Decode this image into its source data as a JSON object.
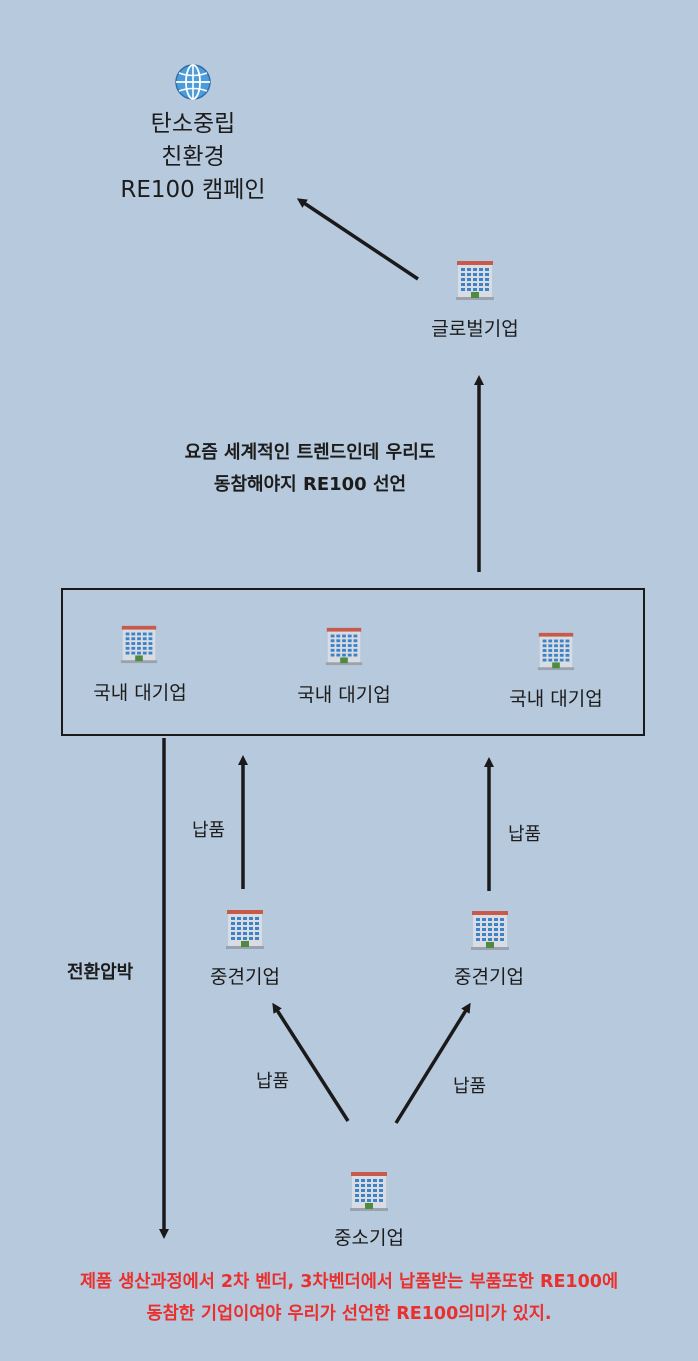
{
  "top": {
    "icon": "globe-icon",
    "lines": [
      "탄소중립",
      "친환경",
      "RE100 캠페인"
    ]
  },
  "global": {
    "icon": "office-building-icon",
    "label": "글로벌기업"
  },
  "note": {
    "lines": [
      "요즘 세계적인 트렌드인데 우리도",
      "동참해야지 RE100 선언"
    ]
  },
  "domestic": [
    {
      "icon": "office-building-icon",
      "label": "국내 대기업"
    },
    {
      "icon": "office-building-icon",
      "label": "국내 대기업"
    },
    {
      "icon": "office-building-icon",
      "label": "국내 대기업"
    }
  ],
  "midsize": [
    {
      "icon": "office-building-icon",
      "label": "중견기업"
    },
    {
      "icon": "office-building-icon",
      "label": "중견기업"
    }
  ],
  "small": {
    "icon": "office-building-icon",
    "label": "중소기업"
  },
  "edges": {
    "supply_label": "납품",
    "pressure_label": "전환압박"
  },
  "footer": {
    "lines": [
      "제품 생산과정에서 2차 벤더, 3차벤더에서 납품받는 부품또한 RE100에",
      "동참한 기업이여야 우리가 선언한 RE100의미가 있지."
    ],
    "color": "#e8302f"
  },
  "colors": {
    "background": "#b7c9dd",
    "arrow": "#1a1a1a"
  }
}
